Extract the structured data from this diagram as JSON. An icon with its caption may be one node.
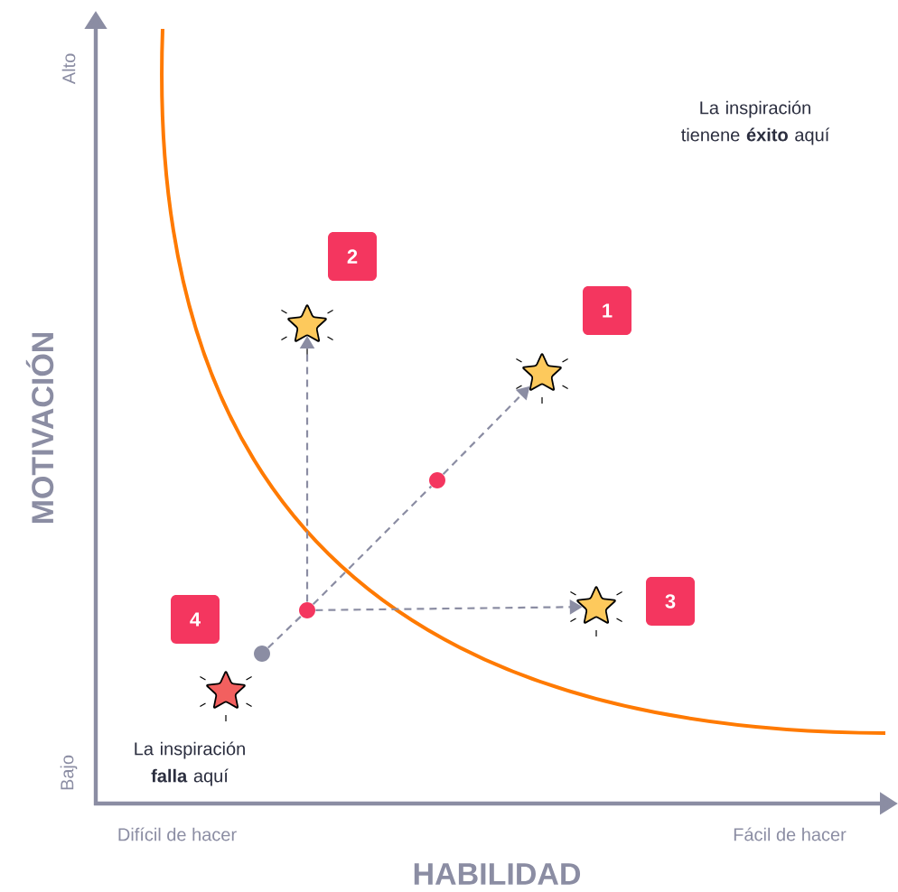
{
  "diagram": {
    "nodes": [
      {
        "text": [
          "2"
        ]
      },
      {
        "text": [
          "1"
        ]
      },
      {
        "text": [],
        "shape": "star"
      },
      {
        "text": [],
        "shape": "star"
      },
      {
        "text": [],
        "shape": "circle"
      },
      {
        "text": [
          "3"
        ]
      },
      {
        "text": [],
        "shape": "star"
      },
      {
        "text": [],
        "shape": "circle"
      },
      {
        "text": [
          "4"
        ]
      },
      {
        "text": [],
        "shape": "circle"
      },
      {
        "text": [],
        "shape": "star"
      }
    ],
    "edges": [
      {
        "from": 9,
        "to": 7,
        "arrow": "none",
        "style": "dashed"
      },
      {
        "from": 7,
        "to": 4,
        "arrow": "none",
        "style": "dashed"
      },
      {
        "from": 4,
        "to": 3,
        "arrow": "to",
        "style": "dashed"
      },
      {
        "from": 7,
        "to": 2,
        "arrow": "to",
        "style": "dashed"
      },
      {
        "from": 7,
        "to": 6,
        "arrow": "to",
        "style": "dashed"
      }
    ],
    "labels": [
      "Alto",
      "La inspiración tienene **éxito** aquí",
      "MOTIVACIÓN",
      "La inspiración **falla** aquí",
      "Bajo",
      "Difícil de hacer",
      "Fácil de hacer",
      "HABILIDAD"
    ]
  }
}
